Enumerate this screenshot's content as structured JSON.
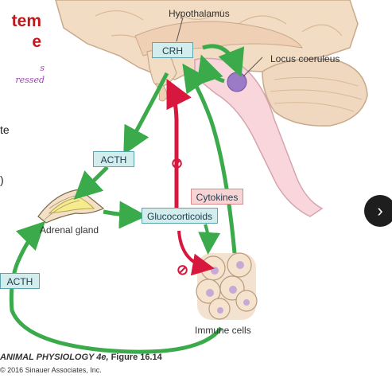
{
  "slide": {
    "title_line1": "tem",
    "title_line2": "e",
    "handwritten_line1": "s",
    "handwritten_line2": "ressed",
    "side_text_1": "te",
    "side_text_2": ")"
  },
  "diagram": {
    "hypothalamus_label": "Hypothalamus",
    "crh_label": "CRH",
    "locus_label": "Locus coeruleus",
    "acth_top_label": "ACTH",
    "cytokines_label": "Cytokines",
    "adrenal_label": "Adrenal gland",
    "glucocorticoids_label": "Glucocorticoids",
    "acth_left_label": "ACTH",
    "immune_label": "Immune cells",
    "inhibit_symbol": "⊘"
  },
  "caption": {
    "line1": "ANIMAL PHYSIOLOGY 4e,",
    "line1_figure": " Figure 16.14",
    "line2": "© 2016 Sinauer Associates, Inc."
  },
  "nav": {
    "next_icon": "›"
  },
  "colors": {
    "stimulate_arrow": "#3aaa4a",
    "inhibit_arrow": "#d8173f",
    "brain_fill": "#f3dcc4",
    "brainstem_fill": "#f8d6dc",
    "locus_fill": "#9b7bc8"
  }
}
